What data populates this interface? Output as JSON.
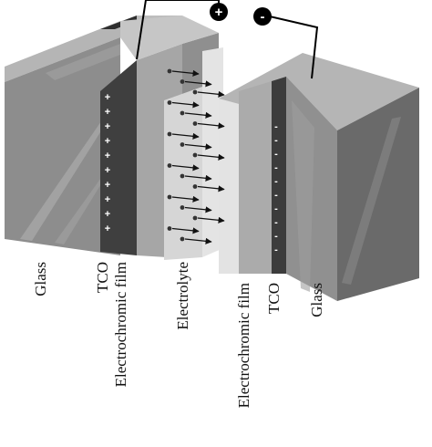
{
  "terminals": {
    "positive": "+",
    "negative": "-"
  },
  "left_device": {
    "labels": {
      "glass": "Glass",
      "tco": "TCO",
      "film": "Electrochromic film"
    },
    "charge_symbol": "+",
    "charge_count": 10
  },
  "electrolyte": {
    "label": "Electrolyte"
  },
  "right_device": {
    "labels": {
      "film": "Electrochromic film",
      "tco": "TCO",
      "glass": "Glass"
    },
    "charge_symbol": "-",
    "charge_count": 10
  },
  "ion_arrow_count": 17,
  "colors": {
    "glass_front": "#8d8d8d",
    "glass_top": "#b8b8b8",
    "glass_side": "#6b6b6b",
    "tco": "#3e3e3e",
    "film": "#a9a9a9",
    "electrolyte": "#dcdcdc",
    "wire": "#000000",
    "ion": "#333333"
  }
}
